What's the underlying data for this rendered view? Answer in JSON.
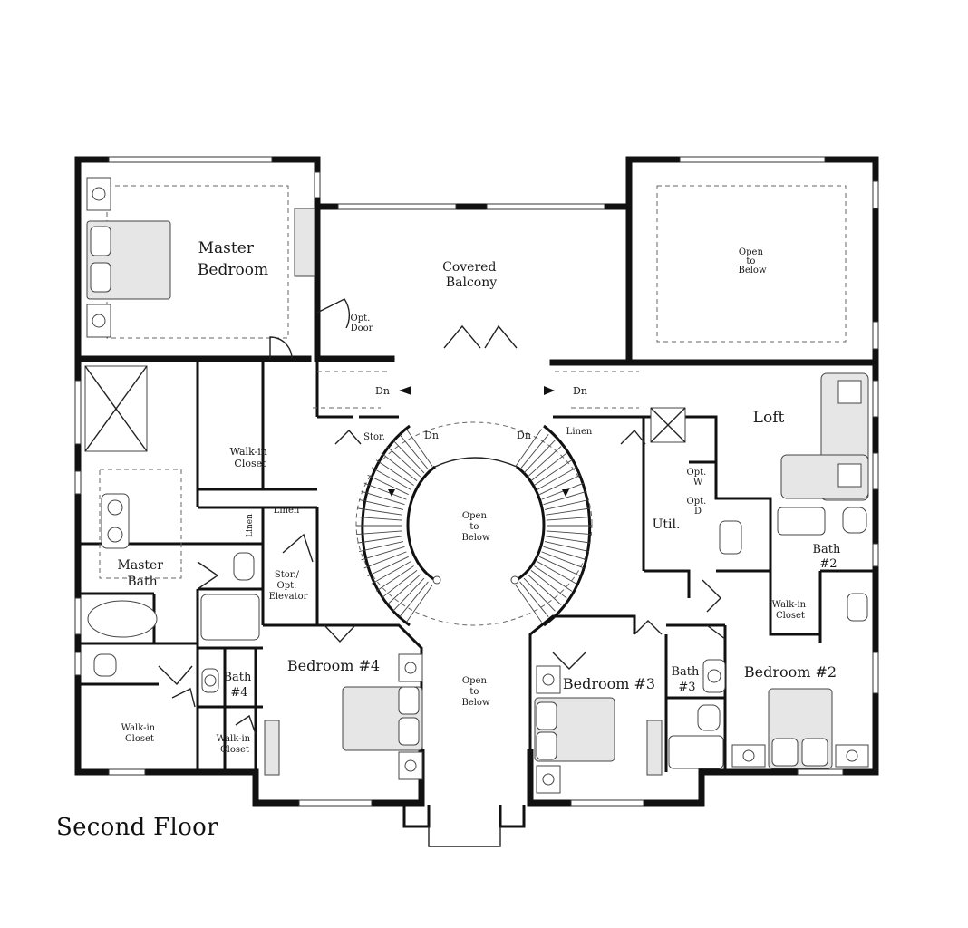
{
  "floor_title": "Second Floor",
  "rooms": {
    "master_bedroom": [
      "Master",
      "Bedroom"
    ],
    "covered_balcony": [
      "Covered",
      "Balcony"
    ],
    "open_below_right": [
      "Open",
      "to",
      "Below"
    ],
    "opt_door": [
      "Opt.",
      "Door"
    ],
    "loft": "Loft",
    "walkin_closet_master": [
      "Walk-in",
      "Closet"
    ],
    "stor": "Stor.",
    "linen_top": "Linen",
    "linen_mid": "Linen",
    "stor_elevator": [
      "Stor./",
      "Opt.",
      "Elevator"
    ],
    "open_below_center": [
      "Open",
      "to",
      "Below"
    ],
    "open_below_bottom": [
      "Open",
      "to",
      "Below"
    ],
    "util": "Util.",
    "opt_w": [
      "Opt.",
      "W"
    ],
    "opt_d": [
      "Opt.",
      "D"
    ],
    "bath2": [
      "Bath",
      "#2"
    ],
    "walkin_closet_bath2": [
      "Walk-in",
      "Closet"
    ],
    "master_bath": [
      "Master",
      "Bath"
    ],
    "bedroom4": "Bedroom #4",
    "bath4": [
      "Bath",
      "#4"
    ],
    "walkin_closet_left": [
      "Walk-in",
      "Closet"
    ],
    "walkin_closet_bath4": [
      "Walk-in",
      "Closet"
    ],
    "bedroom3": "Bedroom #3",
    "bath3": [
      "Bath",
      "#3"
    ],
    "bedroom2": "Bedroom #2",
    "dn": "Dn"
  },
  "colors": {
    "wall": "#111111",
    "fixture": "#e6e6e6",
    "background": "#ffffff"
  }
}
